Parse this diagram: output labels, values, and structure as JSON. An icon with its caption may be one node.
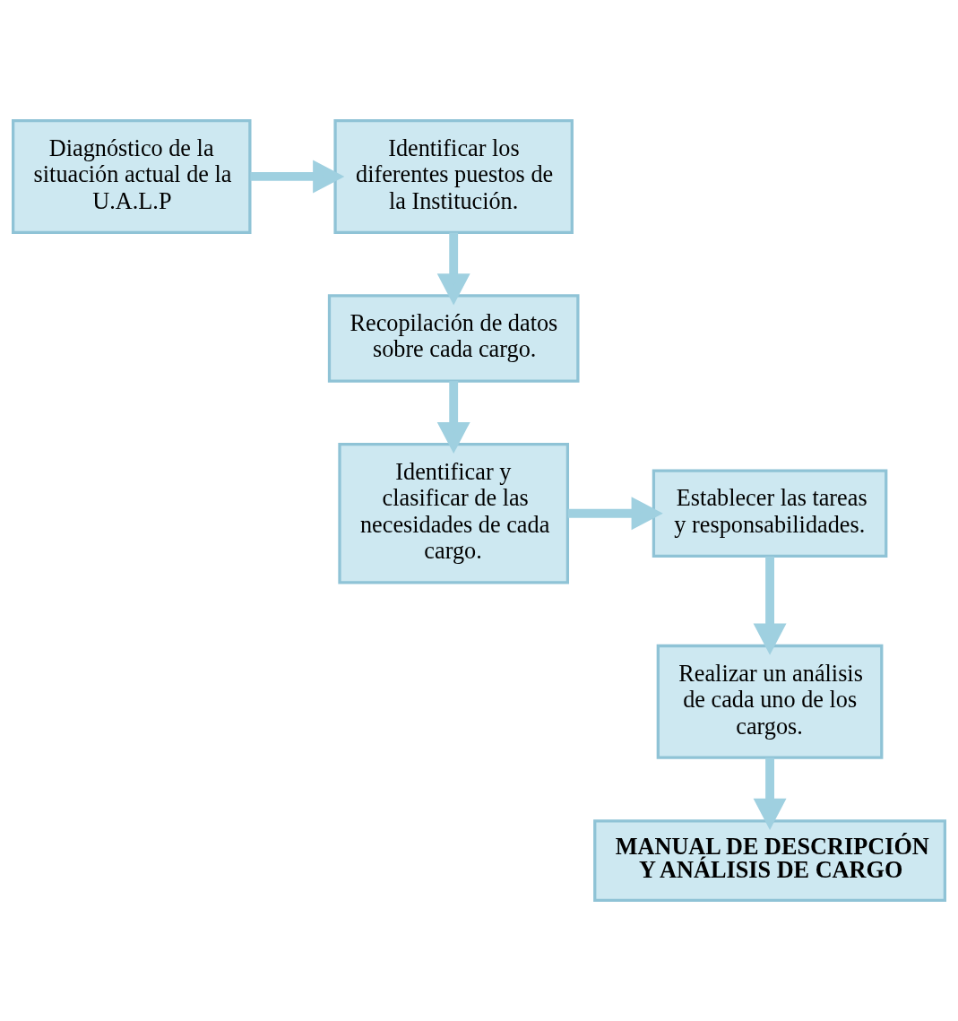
{
  "diagram": {
    "nodes": [
      {
        "text": [
          "Diagnóstico de la situación actual de la U.A.L.P"
        ]
      },
      {
        "text": [
          "Identificar los diferentes puestos de la Institución."
        ]
      },
      {
        "text": [
          "Recopilación de datos sobre cada cargo."
        ]
      },
      {
        "text": [
          "Identificar y clasificar de las necesidades de cada cargo."
        ]
      },
      {
        "text": [
          "Establecer las tareas y responsabilidades."
        ]
      },
      {
        "text": [
          "Realizar un análisis de cada uno de los cargos."
        ]
      },
      {
        "text": [
          "MANUAL DE DESCRIPCIÓN Y ANÁLISIS DE CARGO"
        ]
      }
    ],
    "edges": [
      {
        "from": 0,
        "to": 1,
        "arrow": "to"
      },
      {
        "from": 1,
        "to": 2,
        "arrow": "to"
      },
      {
        "from": 2,
        "to": 3,
        "arrow": "to"
      },
      {
        "from": 3,
        "to": 4,
        "arrow": "to"
      },
      {
        "from": 4,
        "to": 5,
        "arrow": "to"
      },
      {
        "from": 5,
        "to": 6,
        "arrow": "to"
      }
    ]
  }
}
